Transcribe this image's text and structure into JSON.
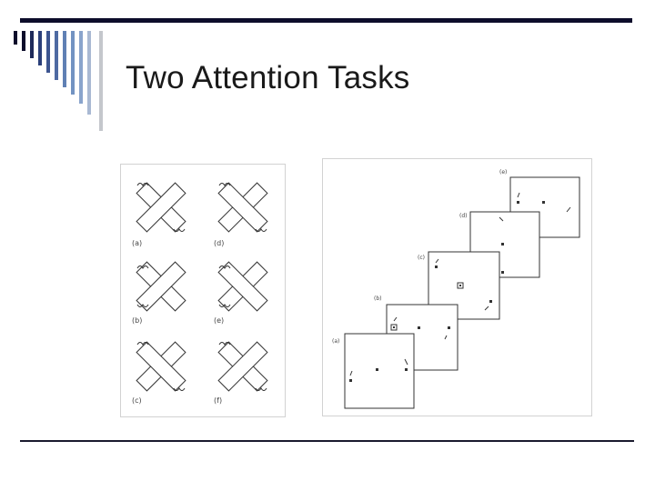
{
  "slide": {
    "title": "Two Attention Tasks"
  },
  "figure_left": {
    "labels": [
      "(a)",
      "(d)",
      "(b)",
      "(e)",
      "(c)",
      "(f)"
    ]
  },
  "figure_right": {
    "labels": [
      "(e)",
      "(d)",
      "(c)",
      "(b)",
      "(a)"
    ]
  },
  "colors": {
    "accent_dark": "#0d0d2b",
    "stripe_blue": "#6f8fbf",
    "stripe_light": "#c4c7cc"
  }
}
